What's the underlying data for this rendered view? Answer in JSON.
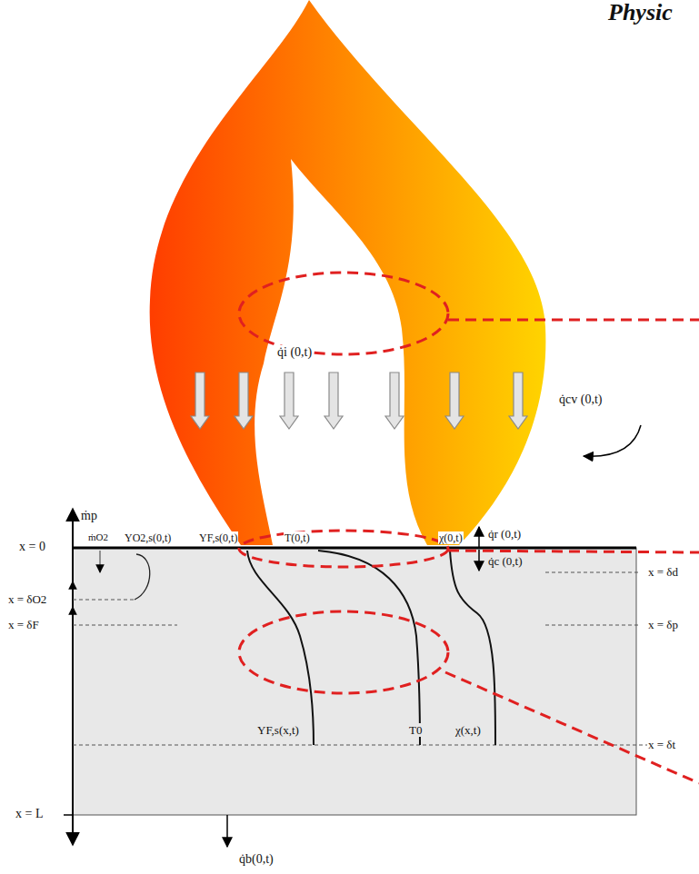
{
  "diagram": {
    "labels": [
      "Physic",
      "q̇i (0,t)",
      "q̇cv (0,t)",
      "ṁp",
      "ṁO2",
      "YO2,s(0,t)",
      "YF,s(0,t)",
      "T(0,t)",
      "χ(0,t)",
      "q̇r (0,t)",
      "q̇c (0,t)",
      "x = 0",
      "x = δO2",
      "x = δF",
      "x = L",
      "x = δd",
      "x = δp",
      "x = δt",
      "YF,s(x,t)",
      "T0",
      "χ(x,t)",
      "q̇b(0,t)"
    ]
  }
}
